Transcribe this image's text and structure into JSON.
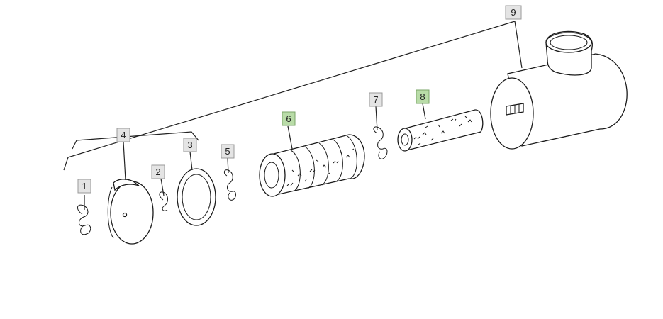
{
  "callouts": {
    "p1": {
      "label": "1",
      "highlight": false
    },
    "p2": {
      "label": "2",
      "highlight": false
    },
    "p3": {
      "label": "3",
      "highlight": false
    },
    "p4": {
      "label": "4",
      "highlight": false
    },
    "p5": {
      "label": "5",
      "highlight": false
    },
    "p6": {
      "label": "6",
      "highlight": true
    },
    "p7": {
      "label": "7",
      "highlight": false
    },
    "p8": {
      "label": "8",
      "highlight": true
    },
    "p9": {
      "label": "9",
      "highlight": false
    }
  },
  "colors": {
    "callout_fill": "#e4e4e4",
    "highlight_fill": "#b9dca8",
    "line": "#1a1a1a"
  }
}
